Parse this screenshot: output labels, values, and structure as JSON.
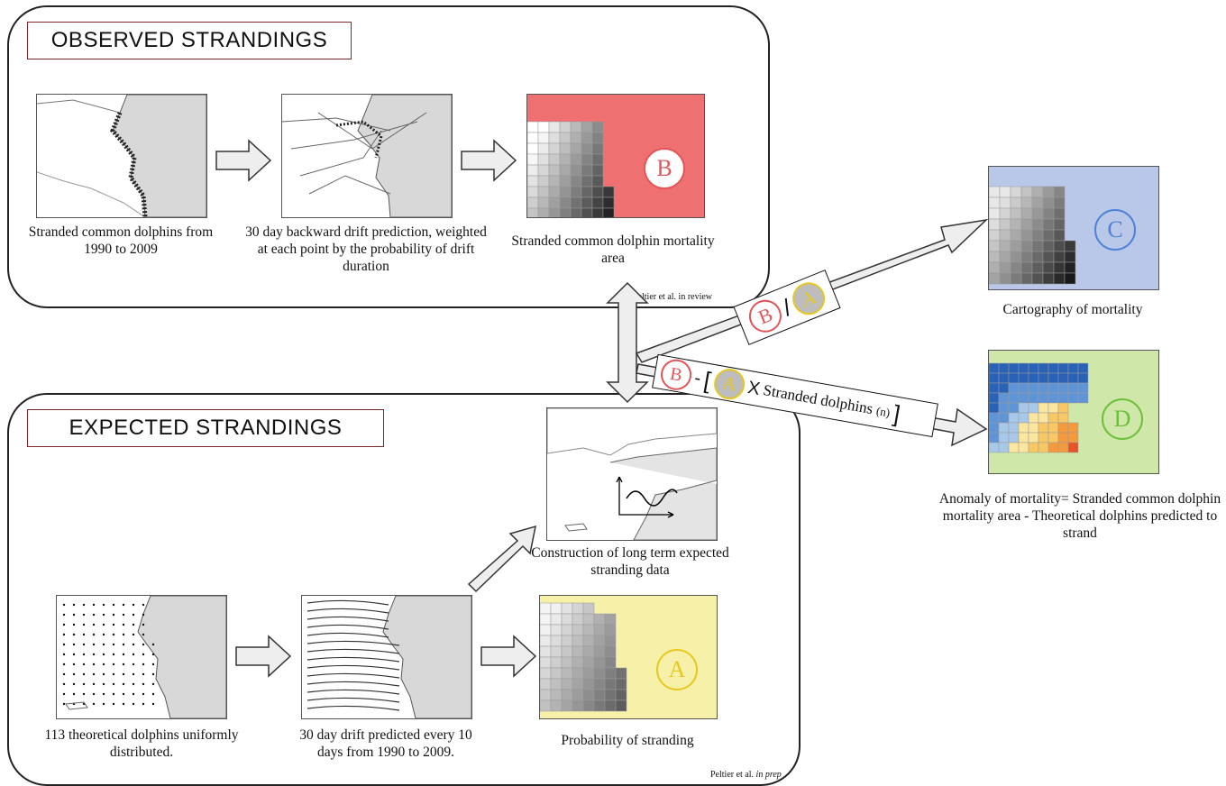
{
  "observed": {
    "title": "OBSERVED STRANDINGS",
    "captions": [
      "Stranded common dolphins from 1990 to 2009",
      "30 day backward drift prediction, weighted at each point by the probability of drift duration",
      "Stranded common dolphin mortality area"
    ],
    "letter": "B"
  },
  "expected": {
    "title": "EXPECTED STRANDINGS",
    "captions": [
      "113 theoretical dolphins uniformly distributed.",
      "30 day drift predicted every 10 days from 1990 to 2009.",
      "Probability of stranding",
      "Construction of long term expected stranding data"
    ],
    "letter": "A"
  },
  "refs": {
    "review": "Peltier et al. in review",
    "prep_prefix": "Peltier et al. ",
    "prep_italic": "in prep"
  },
  "formula_ratio": {
    "b": "B",
    "slash": "/",
    "a": "A"
  },
  "formula_anomaly": {
    "b": "B",
    "minus": "-",
    "bracket_open": "[",
    "a": "A",
    "times": "X",
    "text": "Stranded dolphins",
    "n": "(n)",
    "bracket_close": "]"
  },
  "outputs": {
    "c_letter": "C",
    "c_caption": "Cartography of mortality",
    "d_letter": "D",
    "d_caption": "Anomaly of mortality= Stranded common dolphin mortality area - Theoretical dolphins predicted to strand"
  },
  "colors": {
    "b_red": "#e2565a",
    "map_red": "#ee7070",
    "a_yellow": "#e6c820",
    "map_yellow": "#f6f0a8",
    "c_blue": "#4f82d6",
    "map_blue": "#b9c8e8",
    "d_green": "#6dbf3a",
    "map_green": "#cfe7a8",
    "land_grey": "#d8d8d8"
  }
}
